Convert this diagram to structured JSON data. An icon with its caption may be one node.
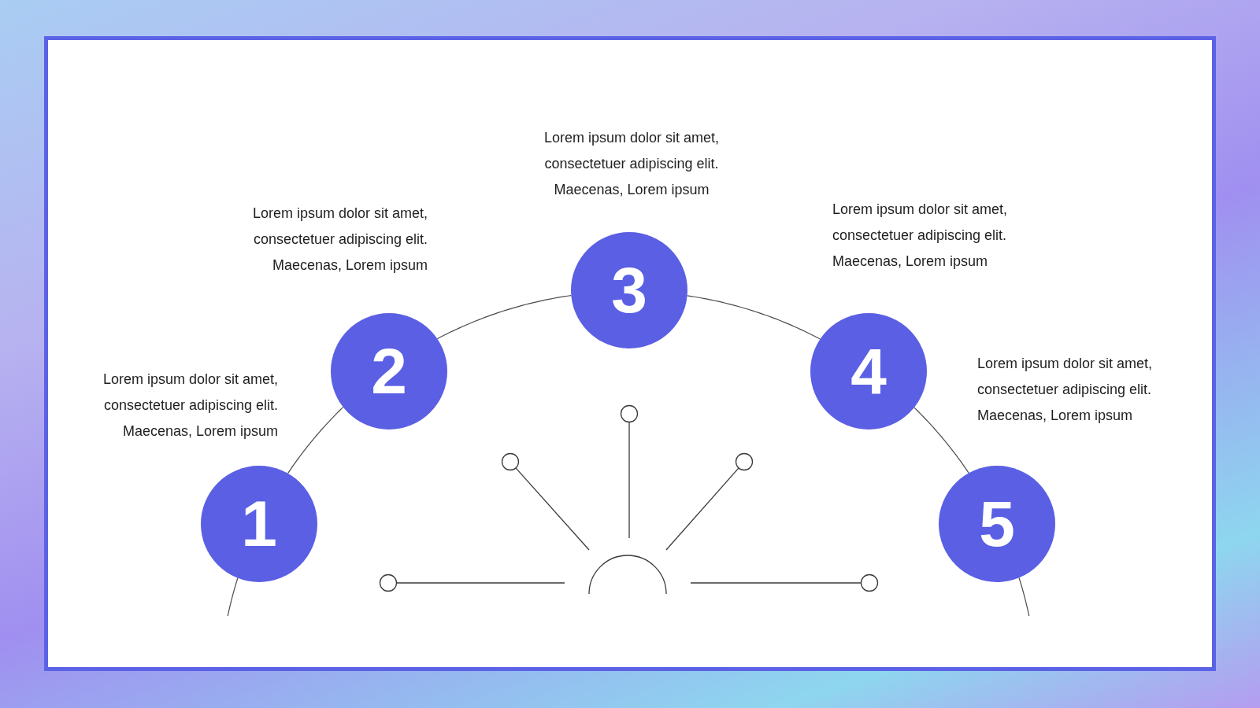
{
  "diagram": {
    "nodes": [
      {
        "text": [
          "1"
        ],
        "beside": [
          "Lorem ipsum dolor sit amet, consectetuer adipiscing elit. Maecenas, Lorem ipsum"
        ]
      },
      {
        "text": [
          "2"
        ],
        "beside": [
          "Lorem ipsum dolor sit amet, consectetuer adipiscing elit. Maecenas, Lorem ipsum"
        ]
      },
      {
        "text": [
          "3"
        ],
        "beside": [
          "Lorem ipsum dolor sit amet, consectetuer adipiscing elit. Maecenas, Lorem ipsum"
        ]
      },
      {
        "text": [
          "4"
        ],
        "beside": [
          "Lorem ipsum dolor sit amet, consectetuer adipiscing elit. Maecenas, Lorem ipsum"
        ]
      },
      {
        "text": [
          "5"
        ],
        "beside": [
          "Lorem ipsum dolor sit amet, consectetuer adipiscing elit. Maecenas, Lorem ipsum"
        ]
      }
    ],
    "edges": [
      {
        "from": 0,
        "to": 1,
        "arrow": "none"
      },
      {
        "from": 1,
        "to": 2,
        "arrow": "none"
      },
      {
        "from": 2,
        "to": 3,
        "arrow": "none"
      },
      {
        "from": 3,
        "to": 4,
        "arrow": "none"
      },
      {
        "from": 0,
        "to": null,
        "arrow": "none"
      },
      {
        "from": 4,
        "to": null,
        "arrow": "none"
      }
    ]
  }
}
